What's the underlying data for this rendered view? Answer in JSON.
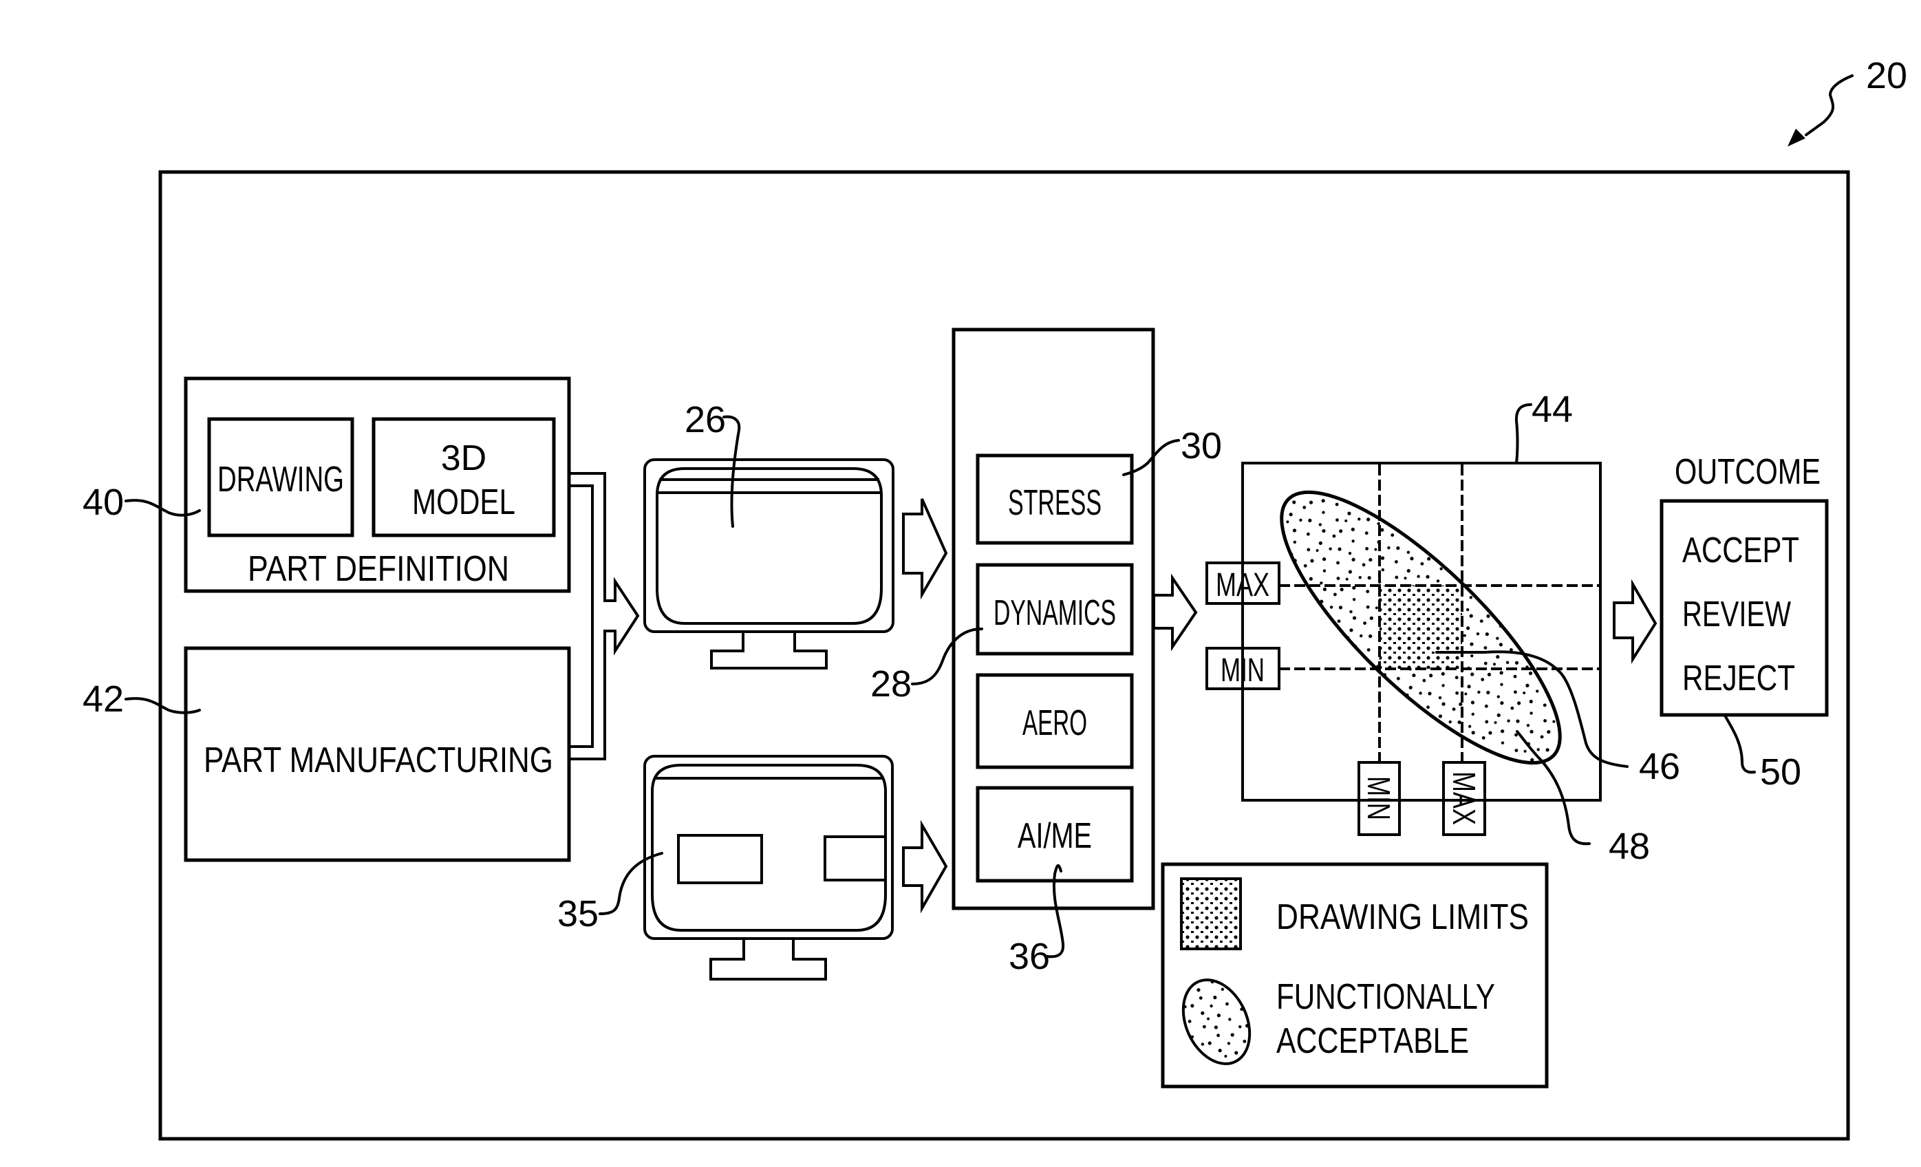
{
  "figure": {
    "reference": "20",
    "part_definition": {
      "ref": "40",
      "title": "PART DEFINITION",
      "drawing_label": "DRAWING",
      "model_label_line1": "3D",
      "model_label_line2": "MODEL"
    },
    "part_manufacturing": {
      "ref": "42",
      "title": "PART MANUFACTURING"
    },
    "monitors": [
      {
        "ref": "26",
        "icon": "monitor-icon"
      },
      {
        "ref": "35",
        "icon": "monitor-icon"
      }
    ],
    "analysis": {
      "stress": {
        "label": "STRESS",
        "ref": "30"
      },
      "dynamics": {
        "label": "DYNAMICS",
        "ref": "28"
      },
      "aero": {
        "label": "AERO"
      },
      "aime": {
        "label": "AI/ME",
        "ref": "36"
      }
    },
    "plot": {
      "ref": "44",
      "y_max_label": "MAX",
      "y_min_label": "MIN",
      "x_min_label": "MIN",
      "x_max_label": "MAX",
      "drawing_limits_ref": "46",
      "functional_region_ref": "48"
    },
    "outcome": {
      "title": "OUTCOME",
      "ref": "50",
      "options": [
        "ACCEPT",
        "REVIEW",
        "REJECT"
      ]
    },
    "legend": {
      "drawing_limits": "DRAWING  LIMITS",
      "functional_line1": "FUNCTIONALLY",
      "functional_line2": "ACCEPTABLE"
    }
  }
}
